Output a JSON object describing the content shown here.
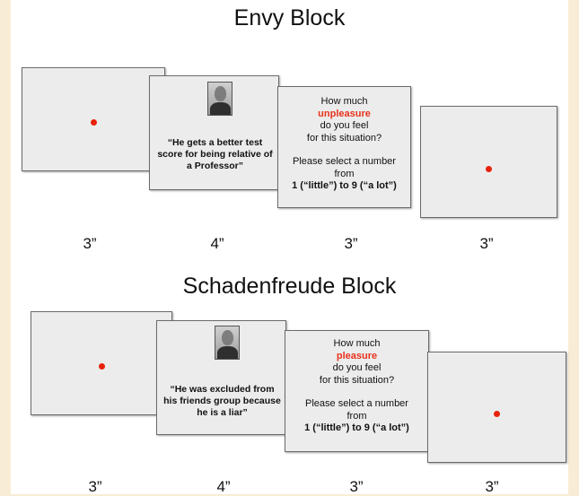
{
  "envy": {
    "title": "Envy Block",
    "quote": "“He gets a better test score for being relative of a Professor”",
    "question_1": "How much",
    "emotion_word": "unpleasure",
    "question_2": "do you feel",
    "question_3": "for this situation?",
    "select_1": "Please select a number",
    "select_2": "from",
    "scale": "1 (“little”)   to  9 (“a lot”)",
    "durations": [
      "3”",
      "4”",
      "3”",
      "3”"
    ]
  },
  "schadenfreude": {
    "title": "Schadenfreude Block",
    "quote": "“He was excluded from his friends group because he is a liar”",
    "question_1": "How much",
    "emotion_word": "pleasure",
    "question_2": "do you feel",
    "question_3": "for this situation?",
    "select_1": "Please select a number",
    "select_2": "from",
    "scale": "1 (“little”)   to  9 (“a lot”)",
    "durations": [
      "3”",
      "4”",
      "3”",
      "3”"
    ]
  },
  "colors": {
    "fixation": "#e8220c",
    "emotion_word": "#e8321c",
    "screen_bg": "#ececec",
    "page_bg": "#f8ecd6"
  }
}
